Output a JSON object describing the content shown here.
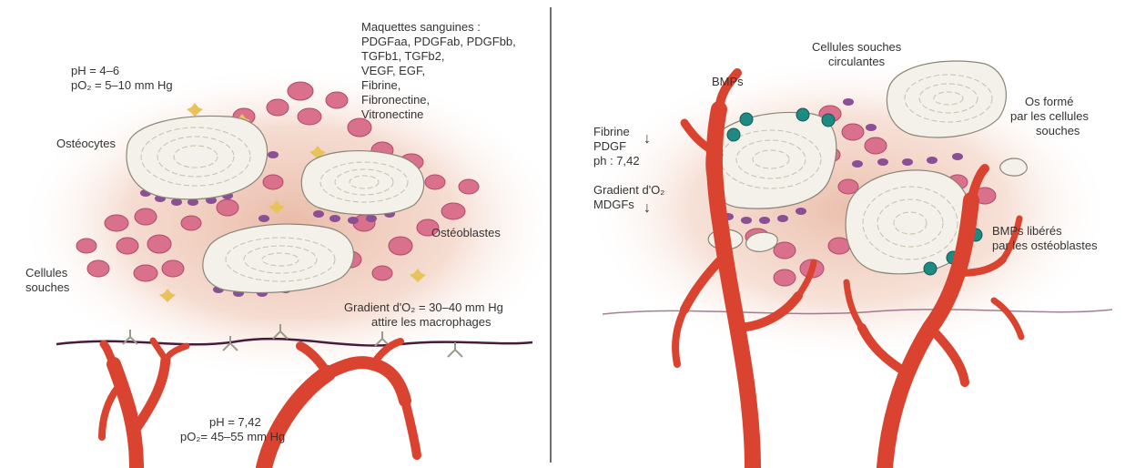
{
  "left": {
    "ph_top_line1": "pH = 4–6",
    "ph_top_line2": "pO₂ = 5–10 mm Hg",
    "maquettes": [
      "Maquettes sanguines :",
      "PDGFaa, PDGFab, PDGFbb,",
      "TGFb1, TGFb2,",
      "VEGF, EGF,",
      "Fibrine,",
      "Fibronectine,",
      "Vitronectine"
    ],
    "osteocytes": "Ostéocytes",
    "osteoblastes": "Ostéoblastes",
    "cellules_souches": [
      "Cellules",
      "souches"
    ],
    "gradient": [
      "Gradient d'O₂ = 30–40 mm Hg",
      "attire les macrophages"
    ],
    "ph_bottom_line1": "pH = 7,42",
    "ph_bottom_line2": "pO₂= 45–55 mm Hg"
  },
  "right": {
    "cellules_circulantes": [
      "Cellules souches",
      "circulantes"
    ],
    "bmps": "BMPs",
    "fibrine": [
      "Fibrine",
      "PDGF",
      "ph : 7,42"
    ],
    "gradient": [
      "Gradient d'O₂",
      "MDGFs"
    ],
    "os_forme": [
      "Os formé",
      "par les cellules",
      "souches"
    ],
    "bmps_liberes": [
      "BMPs libérés",
      "par les ostéoblastes"
    ]
  },
  "colors": {
    "vessel": "#d9432f",
    "bone": "#f3f1ea",
    "blood_cell": "#d9708c",
    "osteoblast": "#8a4f95",
    "bmp": "#1f8a82",
    "membrane": "#4a1a3a",
    "platelet": "#e8c25a"
  }
}
